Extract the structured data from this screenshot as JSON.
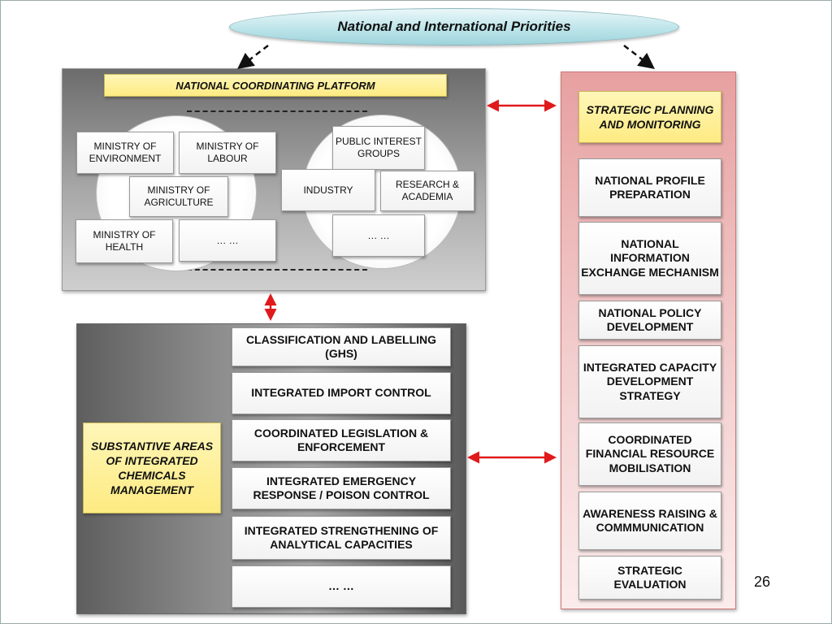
{
  "header": {
    "title": "National and International Priorities"
  },
  "platform": {
    "title": "NATIONAL COORDINATING PLATFORM",
    "government": [
      "MINISTRY OF ENVIRONMENT",
      "MINISTRY OF LABOUR",
      "MINISTRY OF AGRICULTURE",
      "MINISTRY OF HEALTH",
      "… …"
    ],
    "stakeholders": [
      "PUBLIC INTEREST GROUPS",
      "INDUSTRY",
      "RESEARCH & ACADEMIA",
      "… …"
    ]
  },
  "substantive": {
    "label": "SUBSTANTIVE AREAS OF INTEGRATED CHEMICALS MANAGEMENT",
    "areas": [
      "CLASSIFICATION AND LABELLING (GHS)",
      "INTEGRATED IMPORT CONTROL",
      "COORDINATED LEGISLATION & ENFORCEMENT",
      "INTEGRATED EMERGENCY RESPONSE / POISON CONTROL",
      "INTEGRATED STRENGTHENING OF ANALYTICAL CAPACITIES",
      "… …"
    ]
  },
  "strategic": {
    "title": "STRATEGIC PLANNING AND MONITORING",
    "items": [
      "NATIONAL PROFILE PREPARATION",
      "NATIONAL INFORMATION EXCHANGE MECHANISM",
      "NATIONAL POLICY DEVELOPMENT",
      "INTEGRATED CAPACITY DEVELOPMENT STRATEGY",
      "COORDINATED FINANCIAL RESOURCE MOBILISATION",
      "AWARENESS RAISING & COMMMUNICATION",
      "STRATEGIC EVALUATION"
    ]
  },
  "page_number": "26",
  "colors": {
    "arrow_red": "#e0191b",
    "yellow_box": "#fdeb82",
    "ellipse_fill": "#b9e3e8"
  }
}
